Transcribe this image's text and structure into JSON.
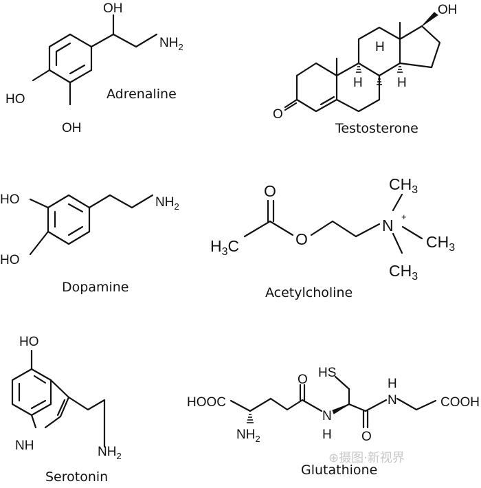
{
  "molecules": [
    {
      "name": "Adrenaline",
      "labels": {
        "oh_top": "OH",
        "nh2": "NH2",
        "ho_left": "HO",
        "ho_bottom": "OH"
      }
    },
    {
      "name": "Testosterone",
      "labels": {
        "oh": "OH",
        "o": "O",
        "me1": "",
        "h1": "H",
        "h2": "H",
        "h3": "H"
      }
    },
    {
      "name": "Dopamine",
      "labels": {
        "ho1": "HO",
        "ho2": "HO",
        "nh2": "NH2"
      }
    },
    {
      "name": "Acetylcholine",
      "labels": {
        "o_carbonyl": "O",
        "o_ester": "O",
        "h3c": "H3C",
        "n": "N",
        "charge": "+",
        "ch3_top": "CH3",
        "ch3_right": "CH3",
        "ch3_bottom": "CH3"
      }
    },
    {
      "name": "Serotonin",
      "labels": {
        "ho": "HO",
        "nh": "NH",
        "nh2": "NH2"
      }
    },
    {
      "name": "Glutathione",
      "labels": {
        "hs": "HS",
        "hooc": "HOOC",
        "cooh": "COOH",
        "nh2": "NH2",
        "n1": "N",
        "h1": "H",
        "n2": "N",
        "h2": "H",
        "o1": "O",
        "o2": "O"
      }
    }
  ],
  "watermark": "⊕摄图·新视界"
}
